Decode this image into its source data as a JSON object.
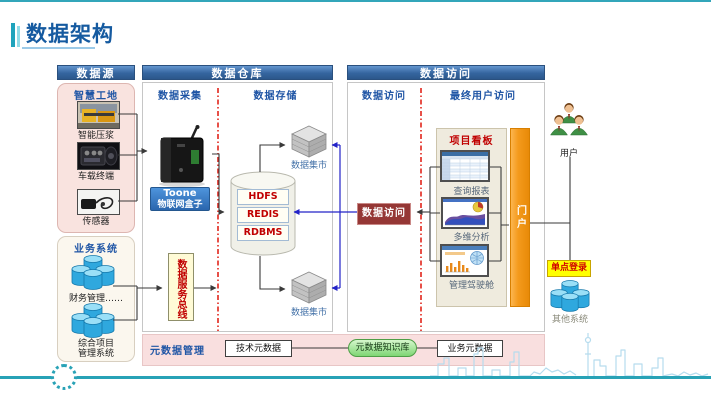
{
  "title": "数据架构",
  "columns": {
    "data_source": {
      "header": "数据源",
      "smart_site": {
        "title": "智慧工地",
        "items": [
          {
            "label": "智能压浆"
          },
          {
            "label": "车载终端"
          },
          {
            "label": "传感器"
          }
        ]
      },
      "business_system": {
        "title": "业务系统",
        "finance_label": "财务管理……",
        "project_label_line1": "综合项目",
        "project_label_line2": "管理系统"
      }
    },
    "warehouse": {
      "header": "数据仓库",
      "collect_label": "数据采集",
      "storage_label": "数据存储",
      "iot_box": {
        "line1": "Toone",
        "line2": "物联网盒子"
      },
      "storage_layers": [
        "HDFS",
        "REDIS",
        "RDBMS"
      ],
      "mart_top": "数据集市",
      "mart_bottom": "数据集市",
      "service_bus": "数据服务总线"
    },
    "access": {
      "header": "数据访问",
      "access_label": "数据访问",
      "end_user_label": "最终用户访问",
      "access_box": "数据访问",
      "dashboard": {
        "title": "项目看板",
        "apps": [
          "查询报表",
          "多维分析",
          "管理驾驶舱"
        ]
      },
      "portal": "门户",
      "users_label": "用户",
      "sso": "单点登录",
      "other_systems": "其他系统"
    }
  },
  "metadata": {
    "label": "元数据管理",
    "tech": "技术元数据",
    "kb": "元数据知识库",
    "biz": "业务元数据"
  },
  "icons": {
    "users": "three-users-icon",
    "database_cluster": "database-cylinder-cluster-icon",
    "data_mart": "cube-icon",
    "iot_device": "iot-gateway-device-icon",
    "storage": "cylinder-storage-icon"
  },
  "colors": {
    "title_blue": "#155aa0",
    "header_blue": "#35659f",
    "sublabel_blue": "#1f55a5",
    "red_dashed": "#e1251b",
    "layer_text_red": "#c00000",
    "dark_red_box": "#953735",
    "portal_orange": "#f49a1c",
    "sso_yellow": "#ffff00",
    "green_kb": "#7fd674",
    "pink_box": "#f9e3df",
    "metadata_band": "#f9dfdf",
    "teal_line": "#28a2b6",
    "blue_connector": "#2323c8"
  }
}
